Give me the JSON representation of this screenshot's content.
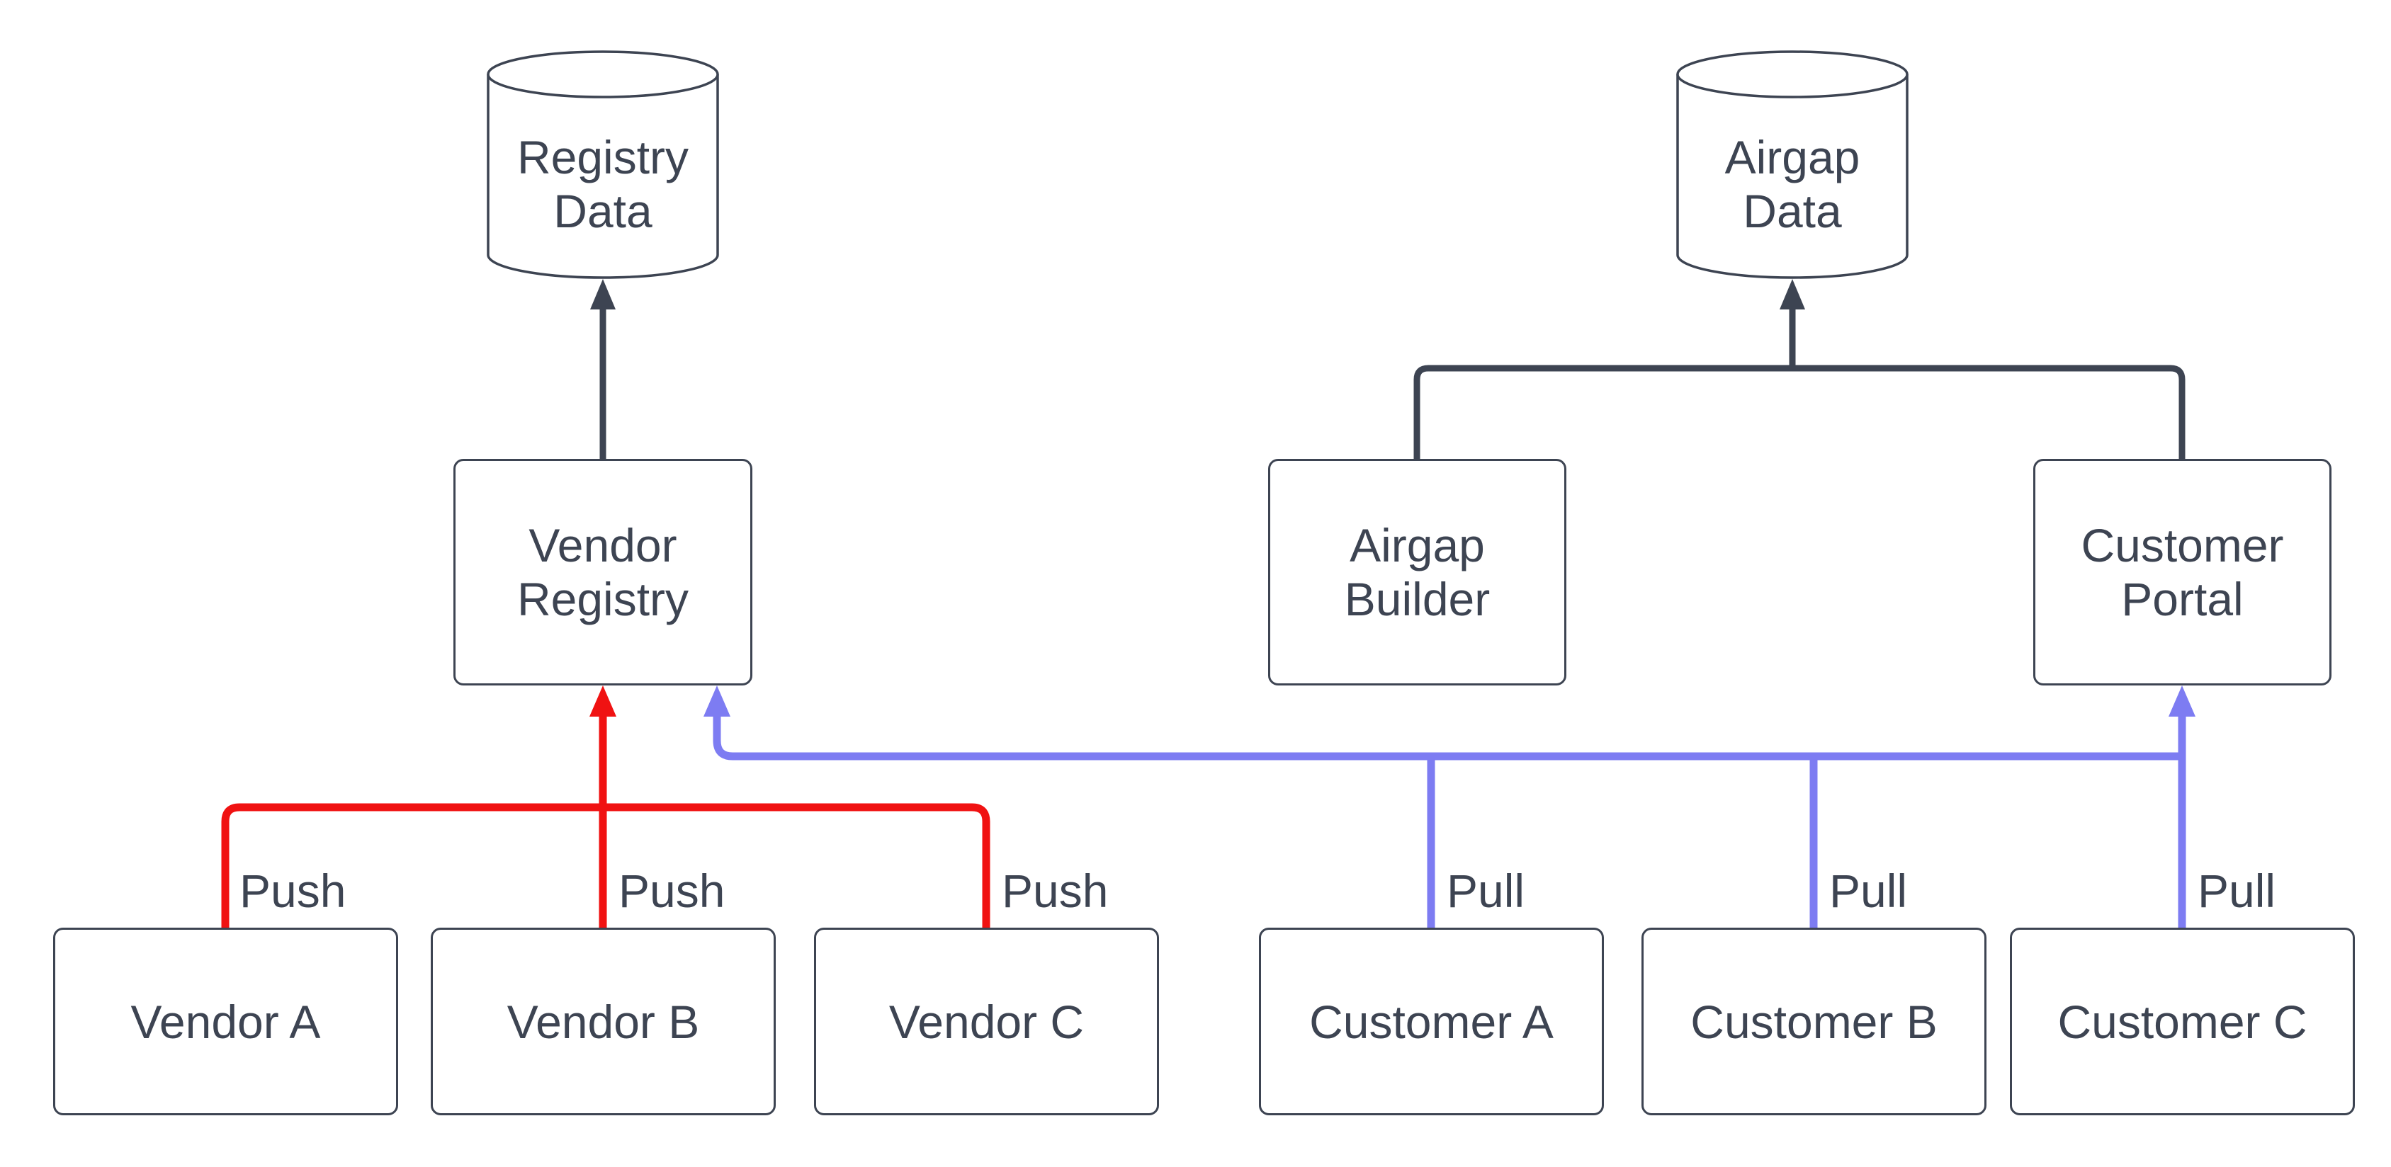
{
  "diagram": {
    "background": "#FFFFFF",
    "colors": {
      "node_stroke": "#3D4452",
      "text_color": "#3D4452",
      "push_edge": "#F01212",
      "pull_edge": "#7D7CF2",
      "data_edge": "#3D4452"
    },
    "nodes": {
      "registry_data": {
        "type": "cylinder",
        "lines": [
          "Registry",
          "Data"
        ]
      },
      "airgap_data": {
        "type": "cylinder",
        "lines": [
          "Airgap",
          "Data"
        ]
      },
      "vendor_registry": {
        "type": "box",
        "lines": [
          "Vendor",
          "Registry"
        ]
      },
      "airgap_builder": {
        "type": "box",
        "lines": [
          "Airgap",
          "Builder"
        ]
      },
      "customer_portal": {
        "type": "box",
        "lines": [
          "Customer",
          "Portal"
        ]
      },
      "vendor_a": {
        "type": "box",
        "lines": [
          "Vendor A"
        ]
      },
      "vendor_b": {
        "type": "box",
        "lines": [
          "Vendor B"
        ]
      },
      "vendor_c": {
        "type": "box",
        "lines": [
          "Vendor C"
        ]
      },
      "customer_a": {
        "type": "box",
        "lines": [
          "Customer A"
        ]
      },
      "customer_b": {
        "type": "box",
        "lines": [
          "Customer B"
        ]
      },
      "customer_c": {
        "type": "box",
        "lines": [
          "Customer C"
        ]
      }
    },
    "edge_labels": {
      "push": "Push",
      "pull": "Pull"
    }
  }
}
